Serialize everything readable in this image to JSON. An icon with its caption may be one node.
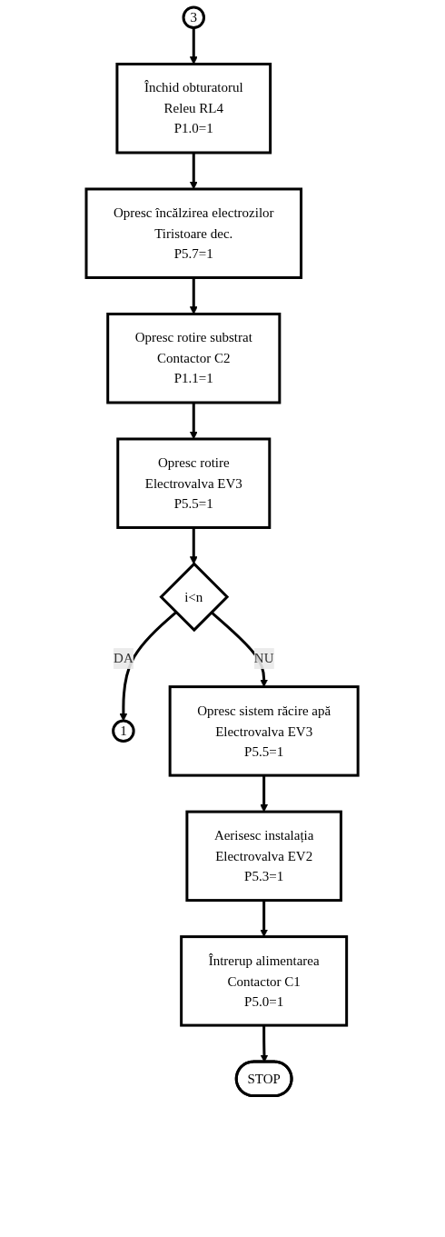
{
  "diagram": {
    "nodes": [
      {
        "text": [
          "3"
        ]
      },
      {
        "text": [
          "Închid obturatorul",
          "Releu RL4",
          "P1.0=1"
        ]
      },
      {
        "text": [
          "Opresc încălzirea electrozilor",
          "Tiristoare dec.",
          "P5.7=1"
        ]
      },
      {
        "text": [
          "Opresc rotire substrat",
          "Contactor C2",
          "P1.1=1"
        ]
      },
      {
        "text": [
          "Opresc rotire",
          "Electrovalva EV3",
          "P5.5=1"
        ]
      },
      {
        "text": [
          "i<n"
        ]
      },
      {
        "text": [
          "1"
        ]
      },
      {
        "text": [
          "Opresc sistem răcire apă",
          "Electrovalva EV3",
          "P5.5=1"
        ]
      },
      {
        "text": [
          "Aerisesc instalația",
          "Electrovalva EV2",
          "P5.3=1"
        ]
      },
      {
        "text": [
          "Întrerup alimentarea",
          "Contactor C1",
          "P5.0=1"
        ]
      },
      {
        "text": [
          "STOP"
        ]
      }
    ],
    "edges": [
      {
        "from": 0,
        "to": 1,
        "arrow": "to"
      },
      {
        "from": 1,
        "to": 2,
        "arrow": "to"
      },
      {
        "from": 2,
        "to": 3,
        "arrow": "to"
      },
      {
        "from": 3,
        "to": 4,
        "arrow": "to"
      },
      {
        "from": 4,
        "to": 5,
        "arrow": "to"
      },
      {
        "from": 5,
        "to": 6,
        "arrow": "to",
        "label": "DA"
      },
      {
        "from": 5,
        "to": 7,
        "arrow": "to",
        "label": "NU"
      },
      {
        "from": 7,
        "to": 8,
        "arrow": "to"
      },
      {
        "from": 8,
        "to": 9,
        "arrow": "to"
      },
      {
        "from": 9,
        "to": 10,
        "arrow": "to"
      }
    ]
  }
}
